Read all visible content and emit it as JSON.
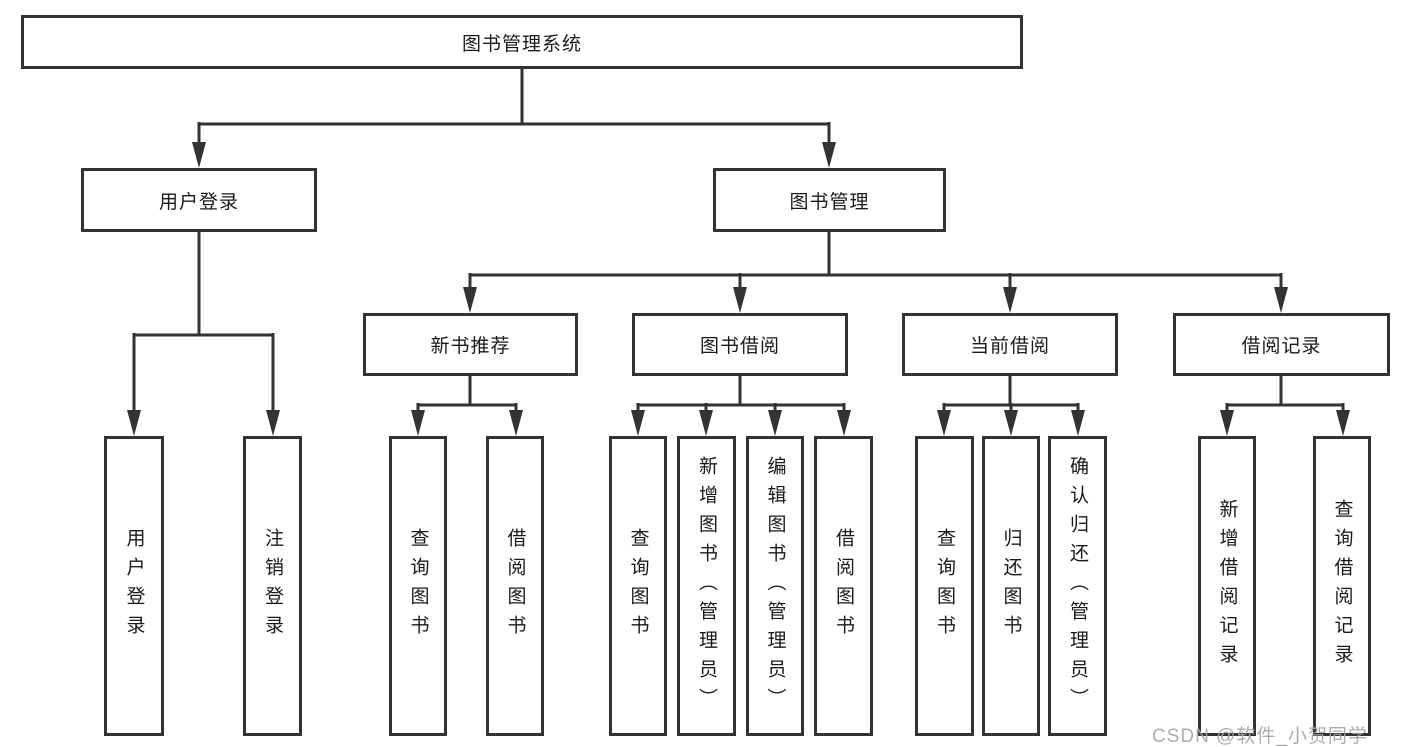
{
  "diagram_type": "function-structure-tree",
  "colors": {
    "line": "#333333",
    "box_border": "#333333",
    "box_background": "#ffffff",
    "text": "#1a1a1a",
    "page_background": "#ffffff",
    "watermark": "#a5a5a5"
  },
  "watermark": {
    "text": "CSDN @软件_小贺同学"
  },
  "tree": {
    "label": "图书管理系统",
    "children": [
      {
        "label": "用户登录",
        "children": [
          {
            "label": "用户登录"
          },
          {
            "label": "注销登录"
          }
        ]
      },
      {
        "label": "图书管理",
        "children": [
          {
            "label": "新书推荐",
            "children": [
              {
                "label": "查询图书"
              },
              {
                "label": "借阅图书"
              }
            ]
          },
          {
            "label": "图书借阅",
            "children": [
              {
                "label": "查询图书"
              },
              {
                "label": "新增图书（管理员）"
              },
              {
                "label": "编辑图书（管理员）"
              },
              {
                "label": "借阅图书"
              }
            ]
          },
          {
            "label": "当前借阅",
            "children": [
              {
                "label": "查询图书"
              },
              {
                "label": "归还图书"
              },
              {
                "label": "确认归还（管理员）"
              }
            ]
          },
          {
            "label": "借阅记录",
            "children": [
              {
                "label": "新增借阅记录"
              },
              {
                "label": "查询借阅记录"
              }
            ]
          }
        ]
      }
    ]
  }
}
